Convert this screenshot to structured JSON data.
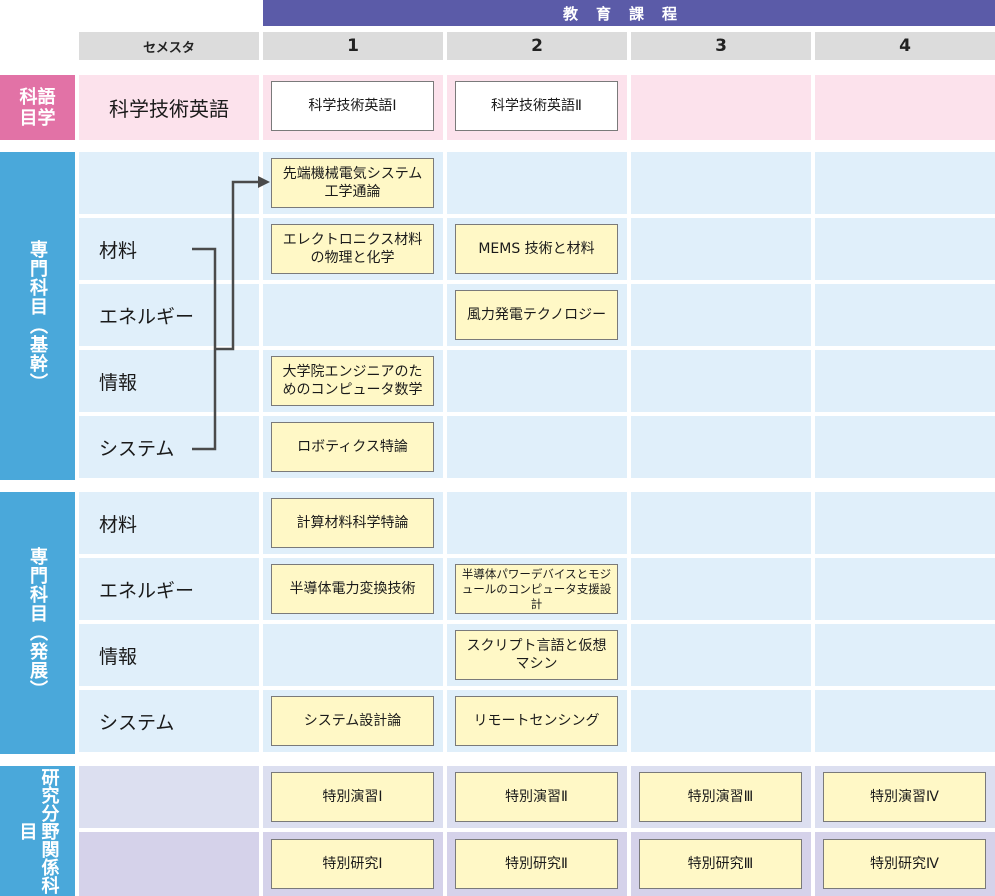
{
  "header": {
    "band_label": "教育課程",
    "semester_label": "セメスタ",
    "semesters": [
      "1",
      "2",
      "3",
      "4"
    ]
  },
  "sections": {
    "science_english": {
      "side_label": "科語目学",
      "category": "科学技術英語",
      "courses": {
        "s1": "科学技術英語Ⅰ",
        "s2": "科学技術英語Ⅱ"
      }
    },
    "basic": {
      "side_label": "専門科目（基幹）",
      "categories": [
        "材料",
        "エネルギー",
        "情報",
        "システム"
      ],
      "courses": {
        "common_s1": "先端機械電気システム工学通論",
        "material_s1": "エレクトロニクス材料の物理と化学",
        "material_s2": "MEMS 技術と材料",
        "energy_s2": "風力発電テクノロジー",
        "info_s1": "大学院エンジニアのためのコンピュータ数学",
        "system_s1": "ロボティクス特論"
      }
    },
    "advanced": {
      "side_label": "専門科目（発展）",
      "categories": [
        "材料",
        "エネルギー",
        "情報",
        "システム"
      ],
      "courses": {
        "material_s1": "計算材料科学特論",
        "energy_s1": "半導体電力変換技術",
        "energy_s2": "半導体パワーデバイスとモジュールのコンピュータ支援設計",
        "info_s2": "スクリプト言語と仮想マシン",
        "system_s1": "システム設計論",
        "system_s2": "リモートセンシング"
      }
    },
    "research": {
      "side_label": "研究分野関係科目",
      "exercise": [
        "特別演習Ⅰ",
        "特別演習Ⅱ",
        "特別演習Ⅲ",
        "特別演習Ⅳ"
      ],
      "study": [
        "特別研究Ⅰ",
        "特別研究Ⅱ",
        "特別研究Ⅲ",
        "特別研究Ⅳ"
      ]
    }
  },
  "colors": {
    "header_band": "#5b5ba8",
    "pink_side": "#e272a6",
    "blue_side": "#4aa8da",
    "course_yellow": "#fff8c6"
  }
}
